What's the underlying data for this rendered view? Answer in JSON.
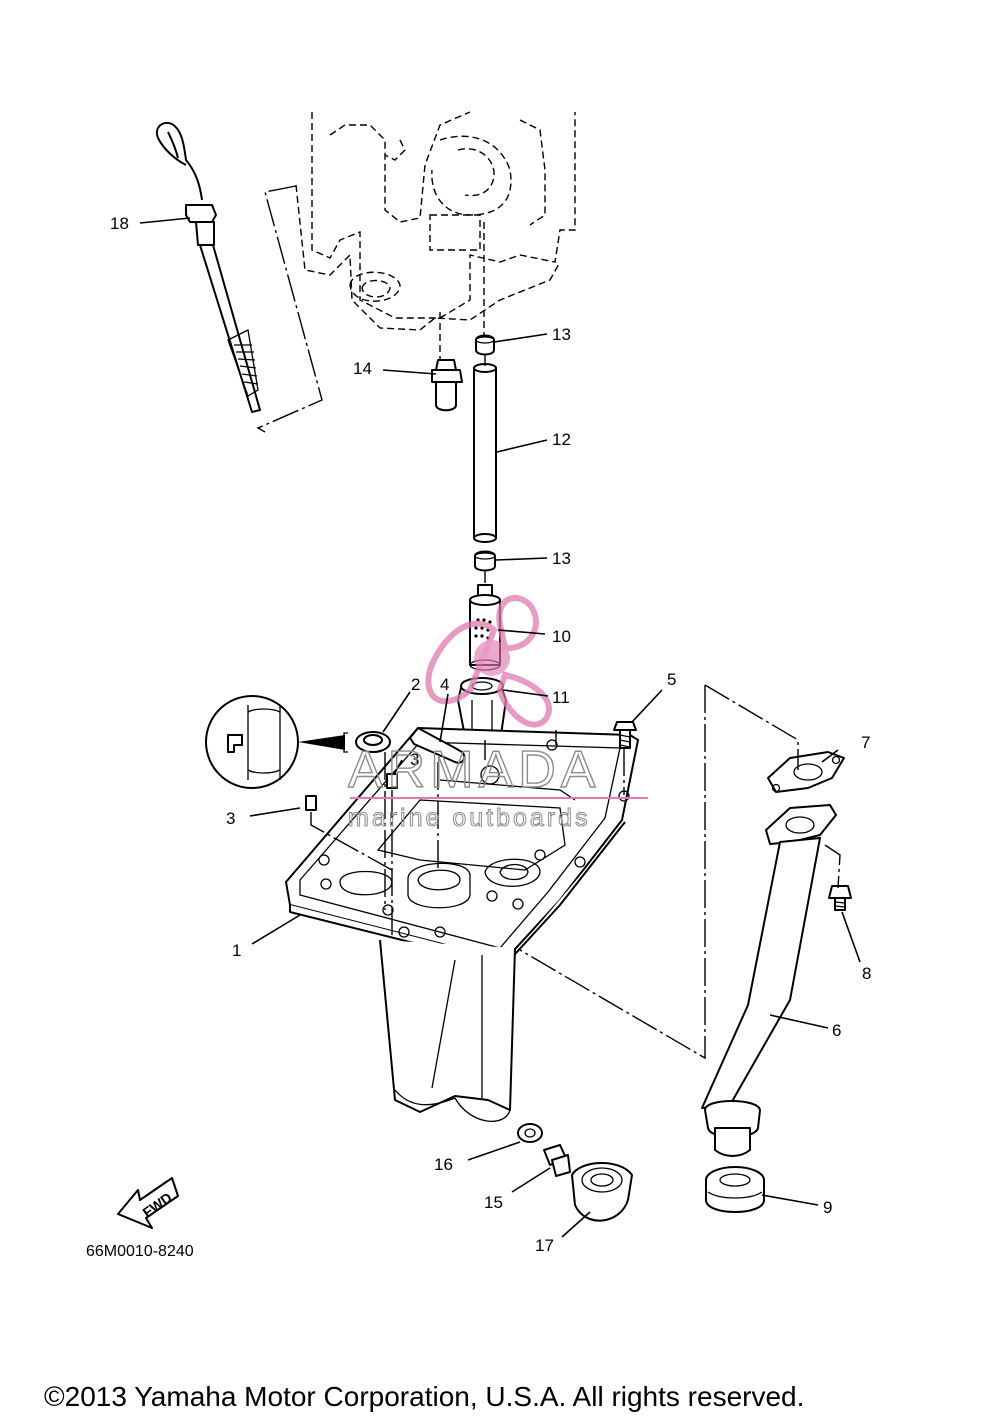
{
  "diagram_code": "66M0010-8240",
  "fwd_label": "FWD",
  "watermark": {
    "brand": "ARMADA",
    "tagline": "marine outboards",
    "accent_color": "#e07ab0"
  },
  "copyright": "©2013 Yamaha Motor Corporation, U.S.A. All rights reserved.",
  "callouts": {
    "c1": "1",
    "c2": "2",
    "c3a": "3",
    "c3b": "3",
    "c4": "4",
    "c5": "5",
    "c6": "6",
    "c7": "7",
    "c8": "8",
    "c9": "9",
    "c10": "10",
    "c11": "11",
    "c12": "12",
    "c13a": "13",
    "c13b": "13",
    "c14": "14",
    "c15": "15",
    "c16": "16",
    "c17": "17",
    "c18": "18"
  }
}
